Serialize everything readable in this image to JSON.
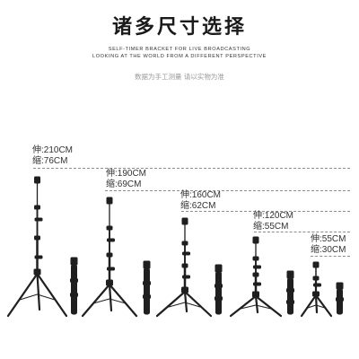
{
  "title": "诸多尺寸选择",
  "subtitle_line1": "SELF-TIMER BRACKET FOR LIVE BROADCASTING",
  "subtitle_line2": "LOOKING AT THE WORLD FROM A DIFFERENT PERSPECTIVE",
  "note": "数据为手工测量 请以实物为准",
  "specs": [
    {
      "extended": "伸:210CM",
      "folded": "缩:76CM"
    },
    {
      "extended": "伸:190CM",
      "folded": "缩:69CM"
    },
    {
      "extended": "伸:160CM",
      "folded": "缩:62CM"
    },
    {
      "extended": "伸:120CM",
      "folded": "缩:55CM"
    },
    {
      "extended": "伸:55CM",
      "folded": "缩:30CM"
    }
  ],
  "colors": {
    "stand": "#1f1f1f",
    "dashed_line": "#8c8c8c"
  }
}
